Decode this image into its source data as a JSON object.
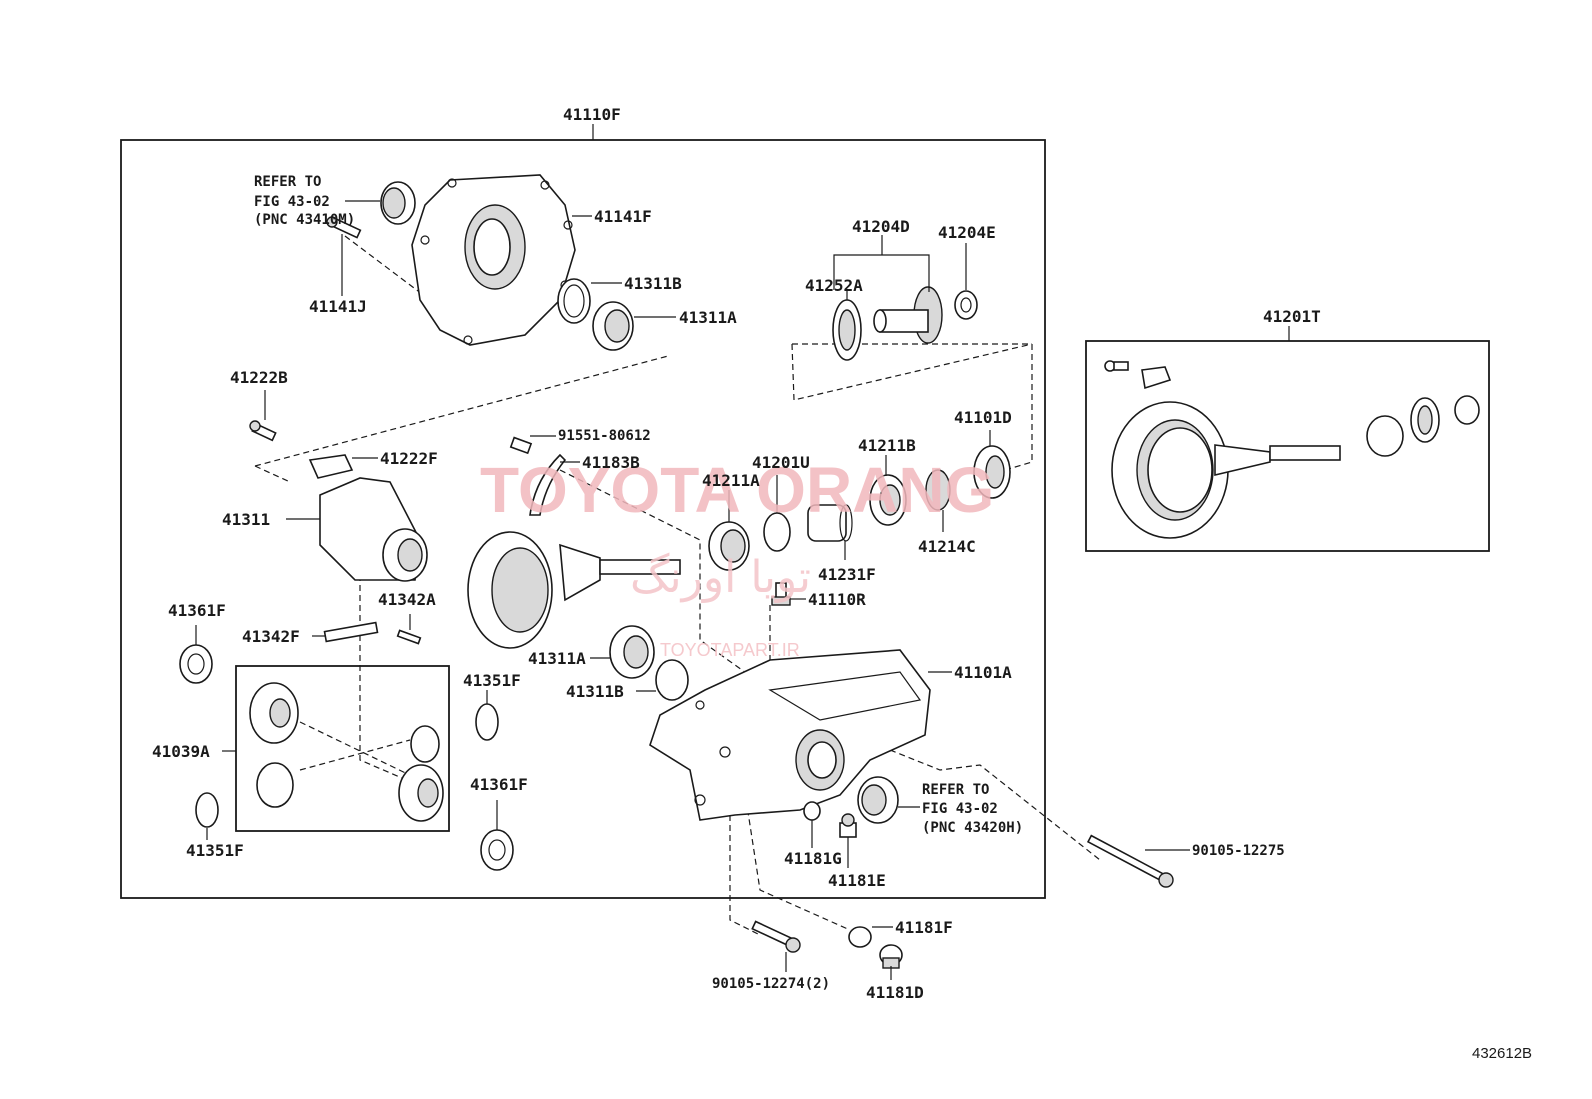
{
  "labels": {
    "l41110F": "41110F",
    "l41141F": "41141F",
    "l41141J": "41141J",
    "l41311B": "41311B",
    "l41311A_top": "41311A",
    "l41204D": "41204D",
    "l41204E": "41204E",
    "l41252A": "41252A",
    "l41201T": "41201T",
    "l41222B": "41222B",
    "l41222F": "41222F",
    "l91551": "91551-80612",
    "l41183B": "41183B",
    "l41201U": "41201U",
    "l41211B": "41211B",
    "l41101D": "41101D",
    "l41211A": "41211A",
    "l41311": "41311",
    "l41214C": "41214C",
    "l41231F": "41231F",
    "l41361F_top": "41361F",
    "l41342A": "41342A",
    "l41342F": "41342F",
    "l41110R": "41110R",
    "l41311A_mid": "41311A",
    "l41351F_mid": "41351F",
    "l41311B_mid": "41311B",
    "l41101A": "41101A",
    "l41039A": "41039A",
    "l41361F_bot": "41361F",
    "l41351F_bot": "41351F",
    "l41181G": "41181G",
    "l41181E": "41181E",
    "l90105_12275": "90105-12275",
    "l41181F": "41181F",
    "l90105_12274": "90105-12274(2)",
    "l41181D": "41181D"
  },
  "refer_top": {
    "line1": "REFER TO",
    "line2": "FIG 43-02",
    "line3": "(PNC 43410M)"
  },
  "refer_bottom": {
    "line1": "REFER TO",
    "line2": "FIG 43-02",
    "line3": "(PNC 43420H)"
  },
  "figure_number": "432612B",
  "watermark": {
    "main": "TOYOTA ORANG",
    "arabic": "تویا اورنگ",
    "site": "TOYOTAPART.IR"
  },
  "colors": {
    "line": "#1a1a1a",
    "watermark": "#f2b8bd"
  }
}
